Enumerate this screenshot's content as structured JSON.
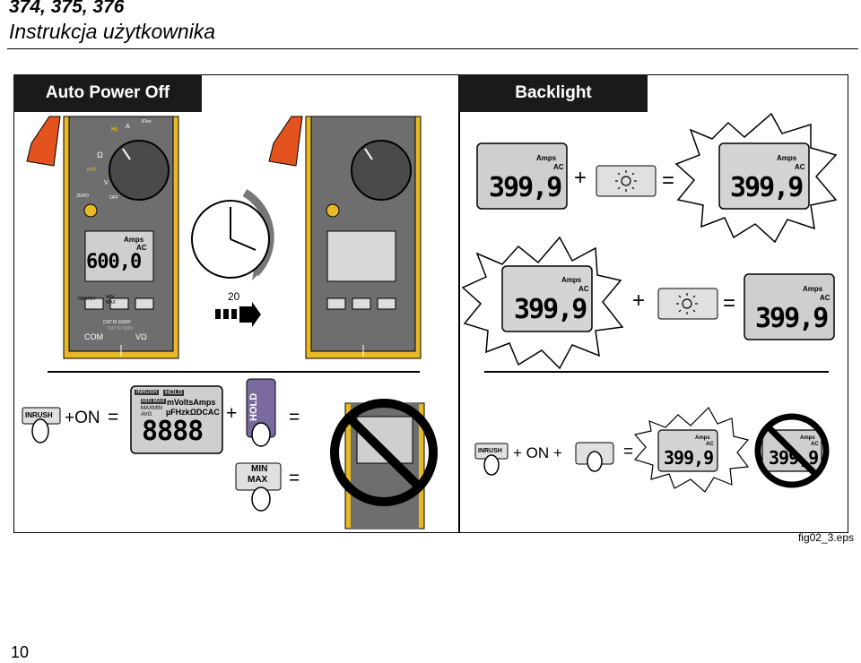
{
  "header": {
    "models": "374, 375, 376",
    "subtitle": "Instrukcja użytkownika"
  },
  "panels": {
    "auto_power_off": {
      "title": "Auto Power Off",
      "minutes": "20",
      "meter_labels": {
        "hz": "Hz",
        "a": "A",
        "iflex": "iFlex",
        "ohm": "Ω",
        "mv": "mV",
        "v": "V",
        "zero": "ZERO",
        "off": "OFF",
        "inrush": "INRUSH",
        "min": "MIN",
        "max": "MAX",
        "cat1": "CAT III 1000V",
        "cat2": "CAT IV 600V",
        "com": "COM",
        "vohm": "VΩ"
      },
      "lcd": {
        "unit": "Amps",
        "mode": "AC",
        "value": "600,0"
      },
      "inrush_label": "INRUSH",
      "on_label": "+ON",
      "equals": "=",
      "plus": "+",
      "hold_label": "HOLD",
      "minmax_label_min": "MIN",
      "minmax_label_max": "MAX",
      "full_lcd": {
        "inrush": "INRUSH",
        "hold": "HOLD",
        "minmax": "MIN MAX",
        "maxminavg": "MAXMIN AVG",
        "units1": "mVoltsAmps",
        "units2": "µFHzkΩDCAC",
        "digits": "8888"
      }
    },
    "backlight": {
      "title": "Backlight",
      "lcd_unit": "Amps",
      "lcd_mode": "AC",
      "lcd_value": "399,9",
      "plus": "+",
      "equals": "=",
      "inrush_label": "INRUSH",
      "on_label": "+ ON +",
      "lcd_value_partial": "399,9"
    }
  },
  "figure_caption": "fig02_3.eps",
  "page_number": "10",
  "colors": {
    "meter_yellow": "#e8b923",
    "meter_gray": "#6e6e6e",
    "clamp_orange": "#e4531e",
    "lcd_bg": "#cfcfcf",
    "title_bar": "#1a1a1a"
  }
}
